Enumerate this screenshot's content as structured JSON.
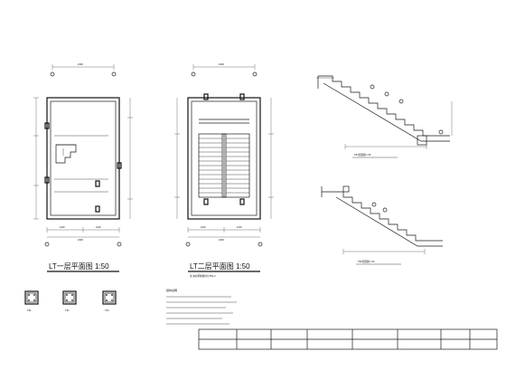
{
  "drawings": {
    "plan1_title": "LT一层平面图 1:50",
    "plan2_title": "LT二层平面图 1:50",
    "plan2_note": "注:未标明梯板均为TB1-2",
    "section_labels": [
      "TB1剖面图 1:30",
      "TB2剖面图 1:30"
    ],
    "columns": [
      "TZ1",
      "TZ2",
      "TZ3"
    ],
    "notes_heading": "结构说明"
  },
  "dims": {
    "plan_width": "2200",
    "plan_split_a": "1100",
    "plan_split_b": "1100"
  }
}
